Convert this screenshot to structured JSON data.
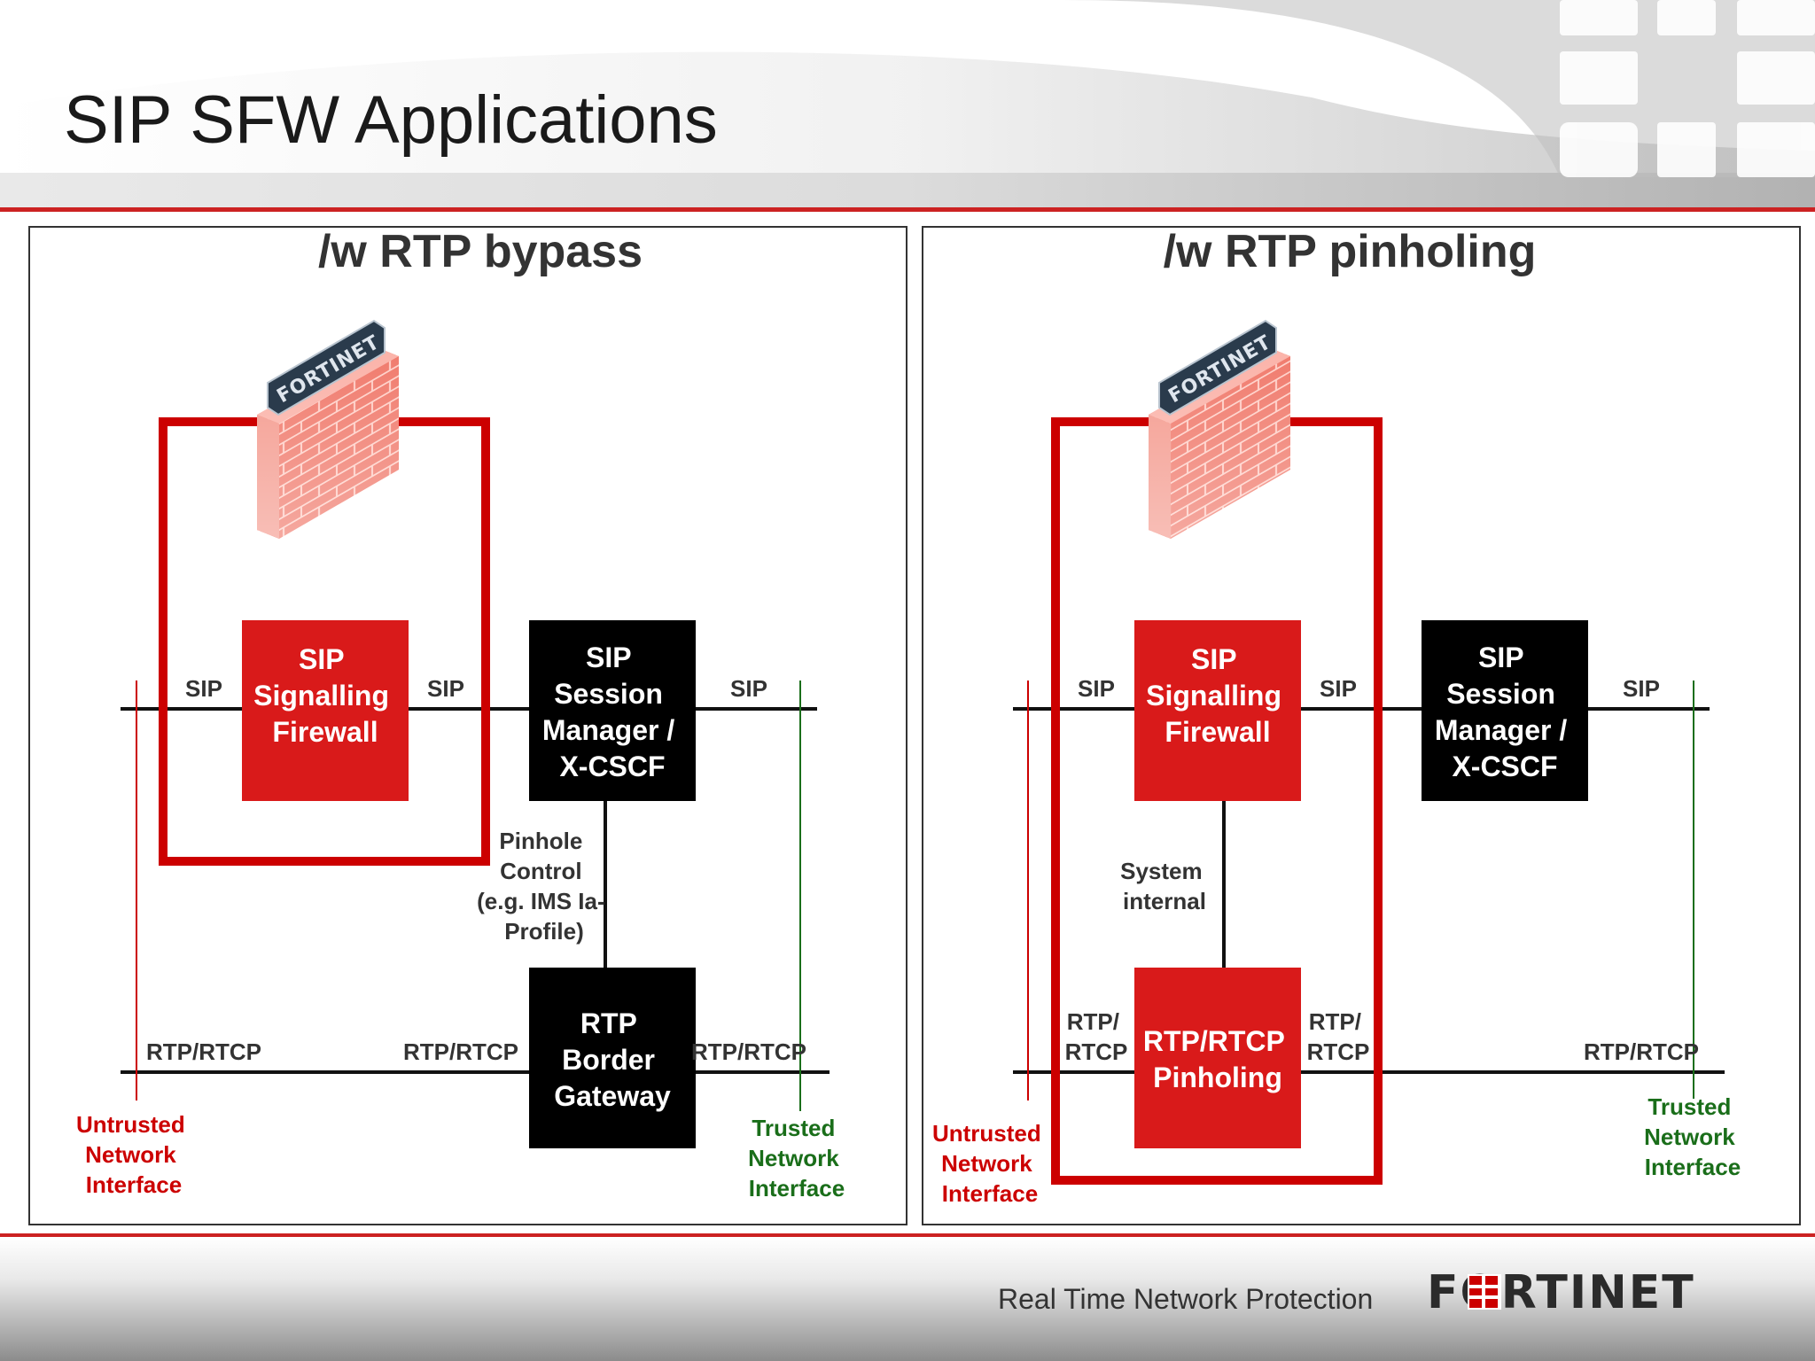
{
  "slide": {
    "title": "SIP SFW Applications",
    "tagline": "Real Time Network Protection",
    "logo_text": "FORTINET",
    "accent_red": "#cc0000",
    "trusted_green": "#1a6e1a"
  },
  "left_panel": {
    "title": "/w RTP bypass",
    "firewall_logo": "FORTINET",
    "sfw_box": [
      "SIP",
      "Signalling",
      "Firewall"
    ],
    "sm_box": [
      "SIP",
      "Session",
      "Manager /",
      "X-CSCF"
    ],
    "rtp_box": [
      "RTP",
      "Border",
      "Gateway"
    ],
    "sip_label_1": "SIP",
    "sip_label_2": "SIP",
    "sip_label_3": "SIP",
    "rtp_label_1": "RTP/RTCP",
    "rtp_label_2": "RTP/RTCP",
    "rtp_label_3": "RTP/RTCP",
    "pinhole_label": [
      "Pinhole",
      "Control",
      "(e.g. IMS Ia-",
      "Profile)"
    ],
    "untrusted_label": [
      "Untrusted",
      "Network",
      "Interface"
    ],
    "trusted_label": [
      "Trusted",
      "Network",
      "Interface"
    ]
  },
  "right_panel": {
    "title": "/w RTP pinholing",
    "firewall_logo": "FORTINET",
    "sfw_box": [
      "SIP",
      "Signalling",
      "Firewall"
    ],
    "sm_box": [
      "SIP",
      "Session",
      "Manager /",
      "X-CSCF"
    ],
    "pinholing_box": [
      "RTP/RTCP",
      "Pinholing"
    ],
    "sip_label_1": "SIP",
    "sip_label_2": "SIP",
    "sip_label_3": "SIP",
    "system_internal_label": [
      "System",
      "internal"
    ],
    "rtp_label_left": [
      "RTP/",
      "RTCP"
    ],
    "rtp_label_mid": [
      "RTP/",
      "RTCP"
    ],
    "rtp_label_right": "RTP/RTCP",
    "untrusted_label": [
      "Untrusted",
      "Network",
      "Interface"
    ],
    "trusted_label": [
      "Trusted",
      "Network",
      "Interface"
    ]
  }
}
